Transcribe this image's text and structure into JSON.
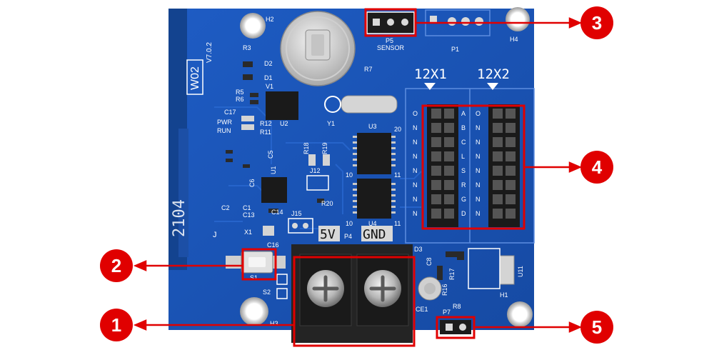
{
  "board": {
    "model": "W02",
    "version": "V7.0.2",
    "date_mark": "2104",
    "date_mark_suffix": "J",
    "voltage_label": "5V",
    "ground_label": "GND",
    "header_1_label": "12X1",
    "header_2_label": "12X2",
    "pin_labels_1": [
      "O",
      "N",
      "N",
      "N",
      "N",
      "N",
      "N",
      "N"
    ],
    "pin_labels_2": [
      "A",
      "B",
      "C",
      "L",
      "S",
      "R",
      "G",
      "D"
    ],
    "pin_labels_3": [
      "O",
      "N",
      "N",
      "N",
      "N",
      "N",
      "N",
      "N"
    ],
    "refs": {
      "h2": "H2",
      "h3": "H3",
      "h4": "H4",
      "h1": "H1",
      "r3": "R3",
      "d2": "D2",
      "d1": "D1",
      "r5": "R5",
      "r6": "R6",
      "r7": "R7",
      "r8": "R8",
      "r11": "R11",
      "r12": "R12",
      "r16": "R16",
      "r17": "R17",
      "r18": "R18",
      "r19": "R19",
      "r20": "R20",
      "c17": "C17",
      "c1": "C1",
      "c13": "C13",
      "c14": "C14",
      "c16": "C16",
      "c5": "C5",
      "c6": "C6",
      "c2": "C2",
      "c8": "C8",
      "ce1": "CE1",
      "pwr": "PWR",
      "run": "RUN",
      "v1": "V1",
      "u2": "U2",
      "u1": "U1",
      "u3": "U3",
      "u4": "U4",
      "u11": "U11",
      "y1": "Y1",
      "x1": "X1",
      "j12": "J12",
      "j15": "J15",
      "d3": "D3",
      "s1": "S1",
      "s2": "S2",
      "p1": "P1",
      "p4": "P4",
      "p5": "P5",
      "p7": "P7",
      "sensor": "SENSOR",
      "n20": "20",
      "n10": "10",
      "n11": "11",
      "n10b": "10",
      "n11b": "11"
    }
  },
  "callouts": [
    {
      "number": "1"
    },
    {
      "number": "2"
    },
    {
      "number": "3"
    },
    {
      "number": "4"
    },
    {
      "number": "5"
    }
  ],
  "colors": {
    "pcb": "#1b55b8",
    "pcb_dark": "#123f8e",
    "callout": "#e00000",
    "terminal": "#242424",
    "header": "#1a1a1a"
  }
}
